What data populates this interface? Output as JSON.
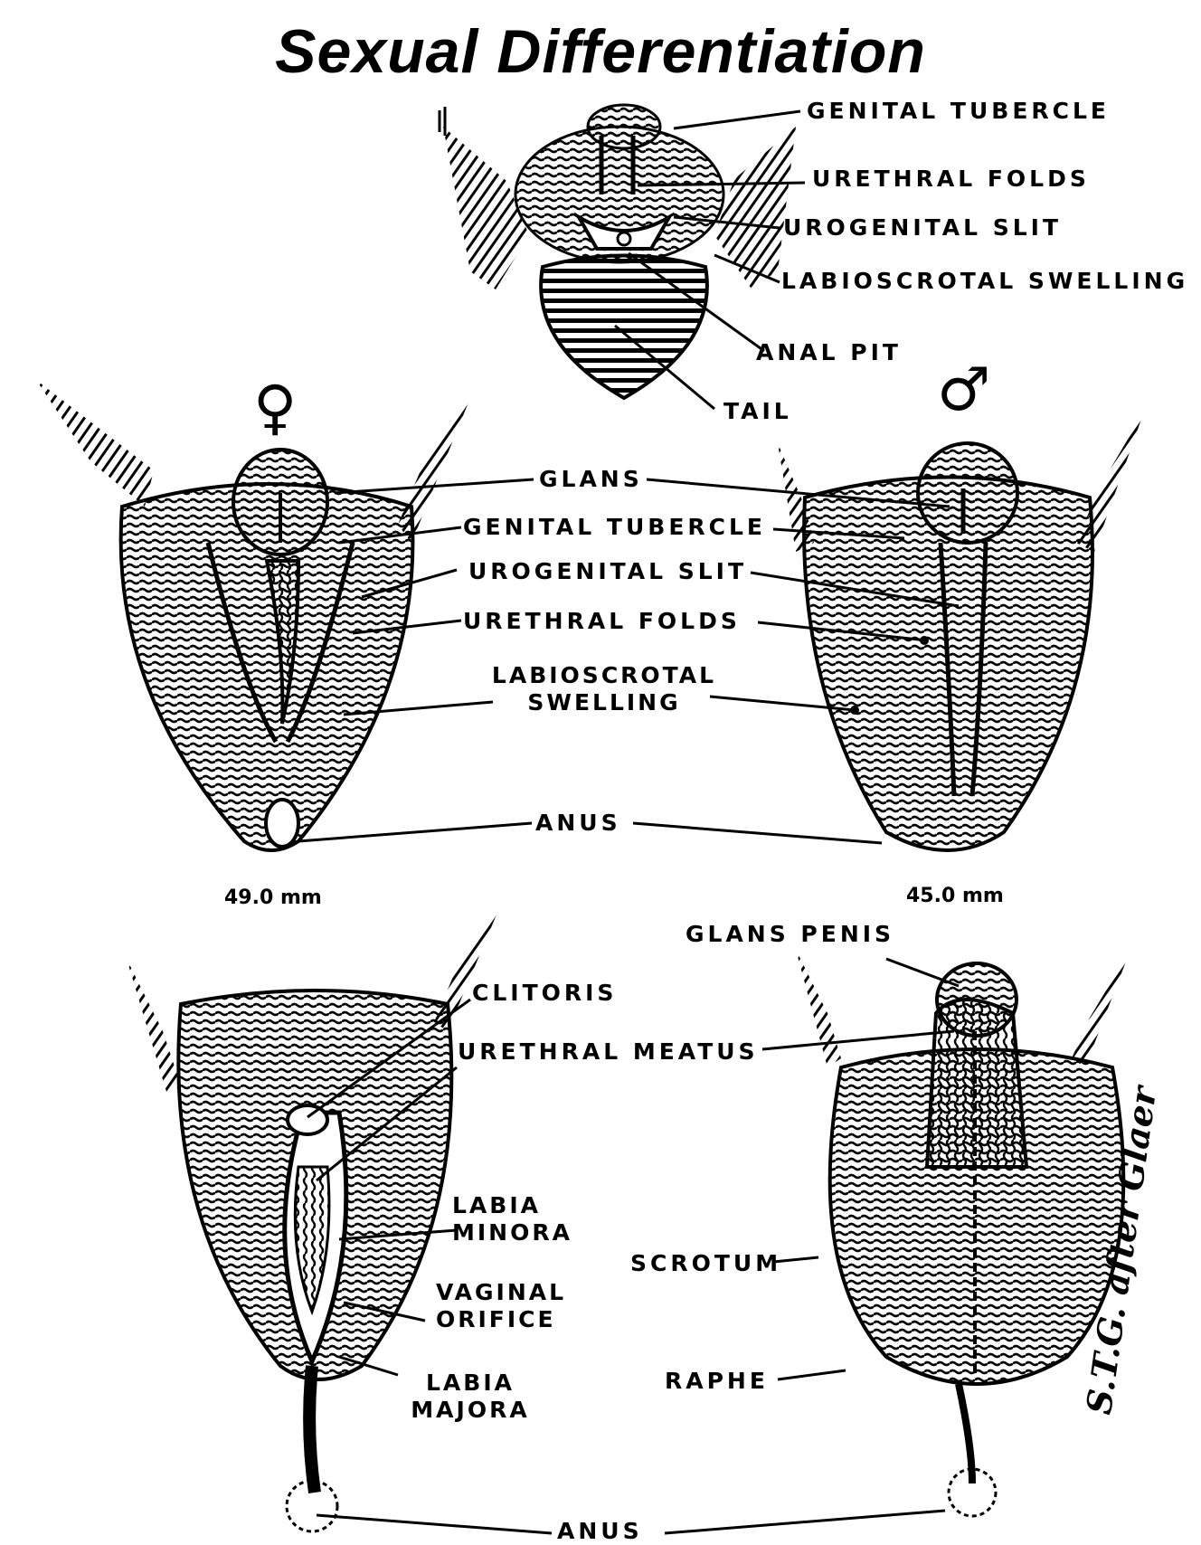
{
  "title": "Sexual Differentiation",
  "indifferent_stage": {
    "labels": {
      "genital_tubercle": "GENITAL TUBERCLE",
      "urethral_folds": "URETHRAL FOLDS",
      "urogenital_slit": "UROGENITAL SLIT",
      "labioscrotal_swelling": "LABIOSCROTAL SWELLING",
      "anal_pit": "ANAL PIT",
      "tail": "TAIL"
    }
  },
  "middle_stage": {
    "female_symbol": "♀",
    "male_symbol": "♂",
    "labels": {
      "glans": "GLANS",
      "genital_tubercle": "GENITAL TUBERCLE",
      "urogenital_slit": "UROGENITAL SLIT",
      "urethral_folds": "URETHRAL FOLDS",
      "labioscrotal_swelling_line1": "LABIOSCROTAL",
      "labioscrotal_swelling_line2": "SWELLING",
      "anus": "ANUS"
    },
    "female_size": "49.0 mm",
    "male_size": "45.0 mm"
  },
  "final_stage": {
    "labels": {
      "glans_penis": "GLANS PENIS",
      "clitoris": "CLITORIS",
      "urethral_meatus": "URETHRAL MEATUS",
      "labia_minora_line1": "LABIA",
      "labia_minora_line2": "MINORA",
      "vaginal_orifice_line1": "VAGINAL",
      "vaginal_orifice_line2": "ORIFICE",
      "labia_majora_line1": "LABIA",
      "labia_majora_line2": "MAJORA",
      "scrotum": "SCROTUM",
      "raphe": "RAPHE",
      "anus": "ANUS"
    }
  },
  "signature": "S.T.G. after Glaer"
}
